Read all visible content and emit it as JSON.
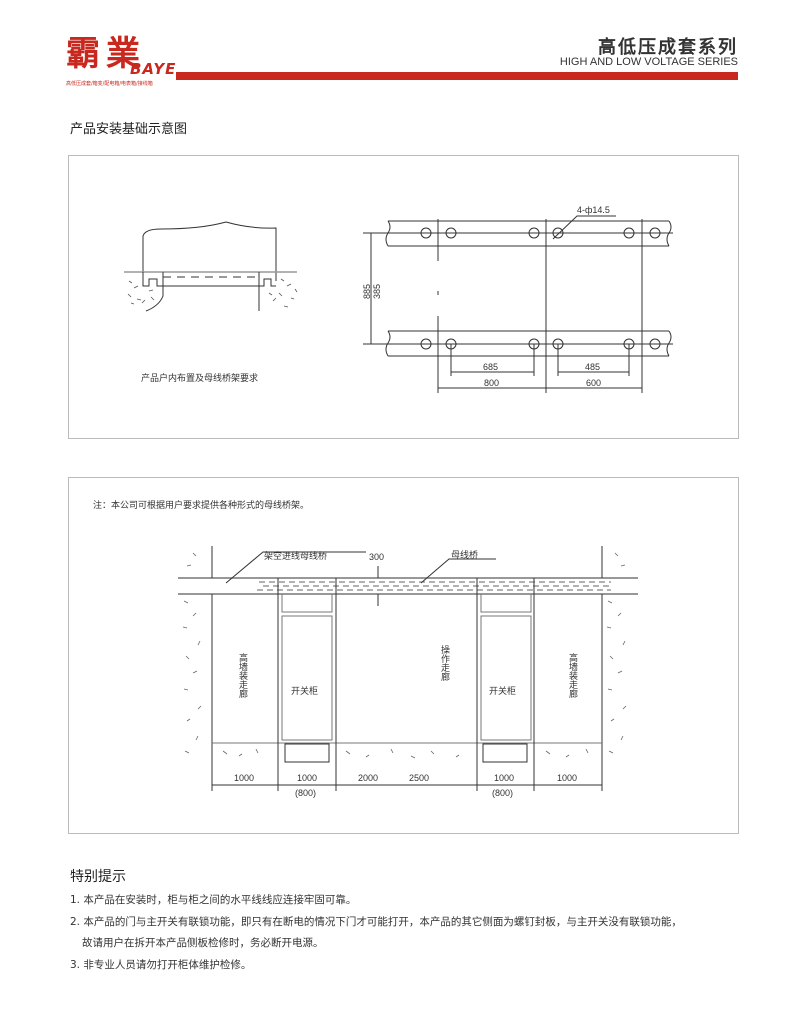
{
  "brand": {
    "logo_cn": "霸業",
    "logo_en": "BAYE",
    "logo_sub": "高低压成套/箱变/配电箱/电表箱/接线箱"
  },
  "header": {
    "title_cn": "高低压成套系列",
    "title_en": "HIGH AND LOW VOLTAGE SERIES"
  },
  "section_title": "产品安装基础示意图",
  "diagram1": {
    "caption": "产品户内布置及母线桥架要求",
    "hole_label": "4-ф14.5",
    "dims": {
      "outer_v": "885",
      "inner_v": "385",
      "d685": "685",
      "d485": "485",
      "d800": "800",
      "d600": "600"
    }
  },
  "diagram2": {
    "note": "注：本公司可根据用户要求提供各种形式的母线桥架。",
    "overhead_label": "架空进线母线桥",
    "bridge_label": "母线桥",
    "height_dim": "300",
    "corridor_left": "高墙装走廊",
    "corridor_right": "高墙装走廊",
    "operation": "操作走廊",
    "cabinet_left": "开关柜",
    "cabinet_right": "开关柜",
    "dims": [
      "1000",
      "1000",
      "2000",
      "2500",
      "1000",
      "1000"
    ],
    "sub_dims": [
      "(800)",
      "(800)"
    ]
  },
  "tips": {
    "title": "特别提示",
    "items": [
      "1. 本产品在安装时，柜与柜之间的水平线线应连接牢固可靠。",
      "2. 本产品的门与主开关有联锁功能，即只有在断电的情况下门才可能打开，本产品的其它侧面为螺钉封板，与主开关没有联锁功能，",
      "故请用户在拆开本产品侧板检修时，务必断开电源。",
      "3. 非专业人员请勿打开柜体维护检修。"
    ]
  },
  "colors": {
    "brand_red": "#c8281e"
  }
}
